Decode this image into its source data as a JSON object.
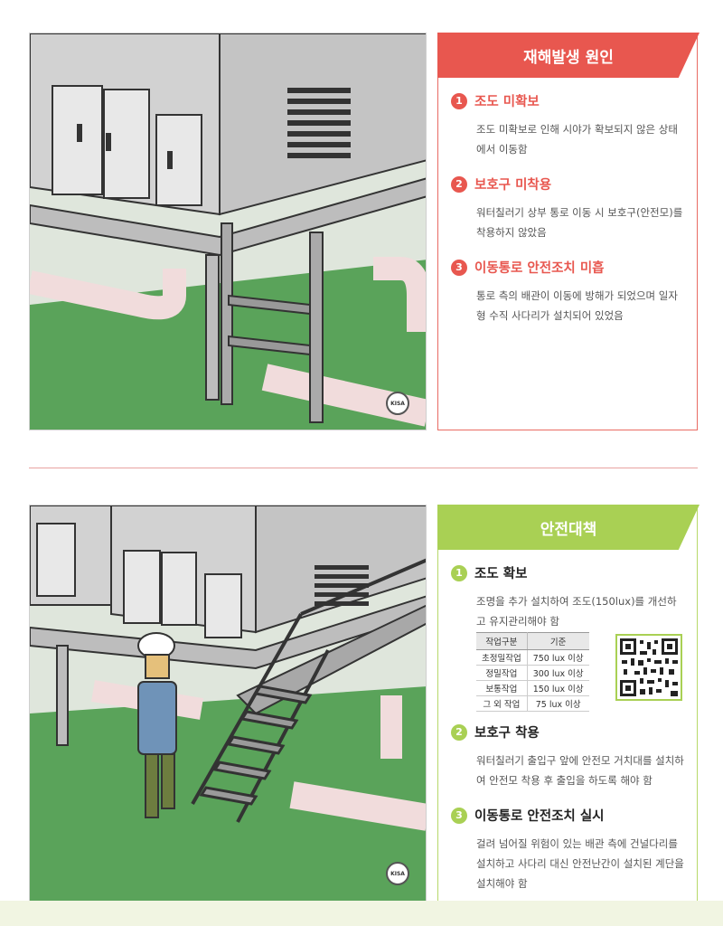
{
  "top": {
    "title": "재해발생 원인",
    "items": [
      {
        "num": "1",
        "heading": "조도 미확보",
        "body": "조도 미확보로 인해 시야가 확보되지 않은 상태에서 이동함"
      },
      {
        "num": "2",
        "heading": "보호구 미착용",
        "body": "워터칠러기 상부 통로 이동 시 보호구(안전모)를 착용하지 않았음"
      },
      {
        "num": "3",
        "heading": "이동통로 안전조치 미흡",
        "body": "통로 측의 배관이 이동에 방해가 되었으며 일자형 수직 사다리가 설치되어 있었음"
      }
    ]
  },
  "bottom": {
    "title": "안전대책",
    "items": [
      {
        "num": "1",
        "heading": "조도 확보",
        "body": "조명을 추가 설치하여 조도(150lux)를 개선하고 유지관리해야 함"
      },
      {
        "num": "2",
        "heading": "보호구 착용",
        "body": "워터칠러기 출입구 앞에 안전모 거치대를 설치하여 안전모 착용 후 출입을 하도록 해야 함"
      },
      {
        "num": "3",
        "heading": "이동통로 안전조치 실시",
        "body": "걸려 넘어질 위험이 있는 배관 측에 건널다리를 설치하고 사다리 대신 안전난간이 설치된 계단을 설치해야 함"
      }
    ],
    "table": {
      "headers": [
        "작업구분",
        "기준"
      ],
      "rows": [
        [
          "초정밀작업",
          "750 lux 이상"
        ],
        [
          "정밀작업",
          "300 lux 이상"
        ],
        [
          "보통작업",
          "150 lux 이상"
        ],
        [
          "그 외 작업",
          "75 lux 이상"
        ]
      ]
    }
  },
  "logo_text": "KISA",
  "colors": {
    "red": "#e8574f",
    "green": "#a9d054",
    "floor": "#5aa35a"
  }
}
